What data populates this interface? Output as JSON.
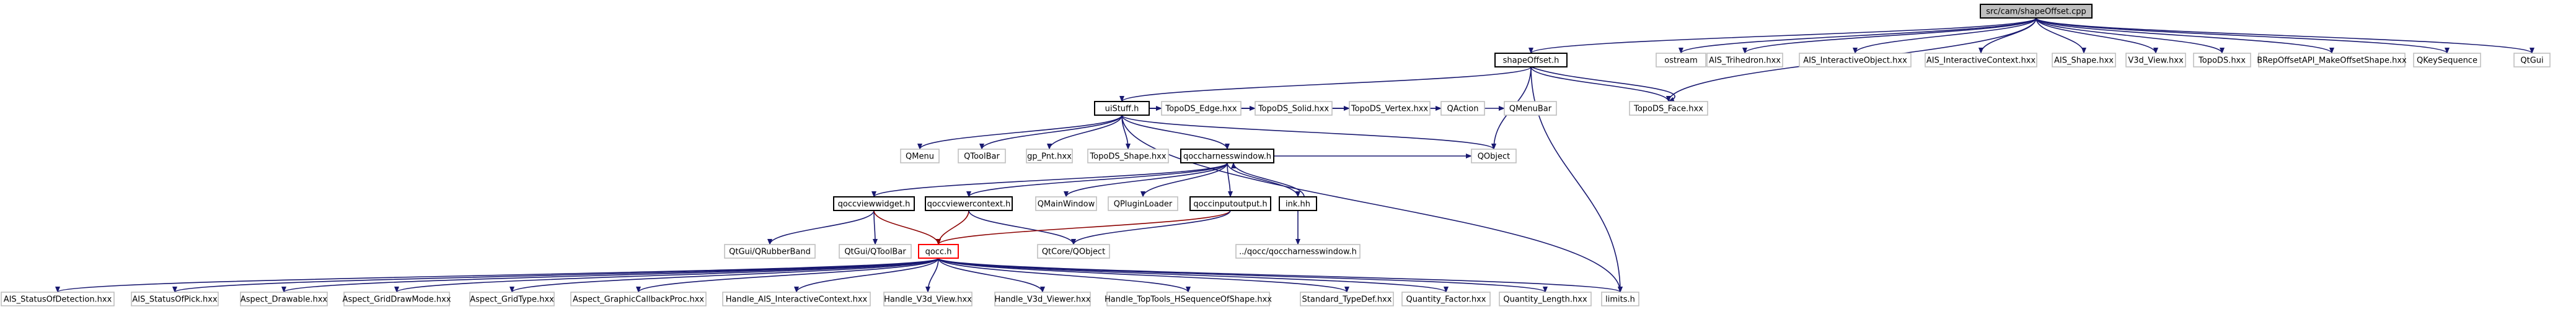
{
  "colors": {
    "edge": "#191970",
    "edge_alt": "#8b0000",
    "documented_border": "#000000",
    "undocumented_border": "#bfbfbf",
    "focus_fill": "#bfbfbf",
    "warning_border": "#ff0000"
  },
  "nodes": {
    "root": "src/cam/shapeOffset.cpp",
    "shapeOffset": "shapeOffset.h",
    "ostream": "ostream",
    "AIS_Trihedron": "AIS_Trihedron.hxx",
    "AIS_InteractiveObject": "AIS_InteractiveObject.hxx",
    "AIS_InteractiveContext": "AIS_InteractiveContext.hxx",
    "AIS_Shape": "AIS_Shape.hxx",
    "V3d_View": "V3d_View.hxx",
    "TopoDS": "TopoDS.hxx",
    "BRepOffsetAPI": "BRepOffsetAPI_MakeOffsetShape.hxx",
    "QKeySequence": "QKeySequence",
    "QtGui": "QtGui",
    "uiStuff": "uiStuff.h",
    "TopoDS_Edge": "TopoDS_Edge.hxx",
    "TopoDS_Solid": "TopoDS_Solid.hxx",
    "TopoDS_Vertex": "TopoDS_Vertex.hxx",
    "QAction": "QAction",
    "QMenuBar": "QMenuBar",
    "TopoDS_Face": "TopoDS_Face.hxx",
    "QMenu": "QMenu",
    "QToolBar": "QToolBar",
    "gp_Pnt": "gp_Pnt.hxx",
    "TopoDS_Shape": "TopoDS_Shape.hxx",
    "qoccharnesswindow": "qoccharnesswindow.h",
    "QObject": "QObject",
    "qoccviewwidget": "qoccviewwidget.h",
    "qoccviewercontext": "qoccviewercontext.h",
    "QMainWindow": "QMainWindow",
    "QPluginLoader": "QPluginLoader",
    "qoccinputoutput": "qoccinputoutput.h",
    "ink": "ink.hh",
    "QRubberBand": "QtGui/QRubberBand",
    "QtGuiQToolBar": "QtGui/QToolBar",
    "qocc": "qocc.h",
    "QtCoreQObject": "QtCore/QObject",
    "harnessRel": "../qocc/qoccharnesswindow.h",
    "AIS_StatusOfDetection": "AIS_StatusOfDetection.hxx",
    "AIS_StatusOfPick": "AIS_StatusOfPick.hxx",
    "Aspect_Drawable": "Aspect_Drawable.hxx",
    "Aspect_GridDrawMode": "Aspect_GridDrawMode.hxx",
    "Aspect_GridType": "Aspect_GridType.hxx",
    "Aspect_GraphicCallbackProc": "Aspect_GraphicCallbackProc.hxx",
    "Handle_AIS_InteractiveContext": "Handle_AIS_InteractiveContext.hxx",
    "Handle_V3d_View": "Handle_V3d_View.hxx",
    "Handle_V3d_Viewer": "Handle_V3d_Viewer.hxx",
    "Handle_TopTools": "Handle_TopTools_HSequenceOfShape.hxx",
    "Standard_TypeDef": "Standard_TypeDef.hxx",
    "Quantity_Factor": "Quantity_Factor.hxx",
    "Quantity_Length": "Quantity_Length.hxx",
    "limits": "limits.h"
  }
}
